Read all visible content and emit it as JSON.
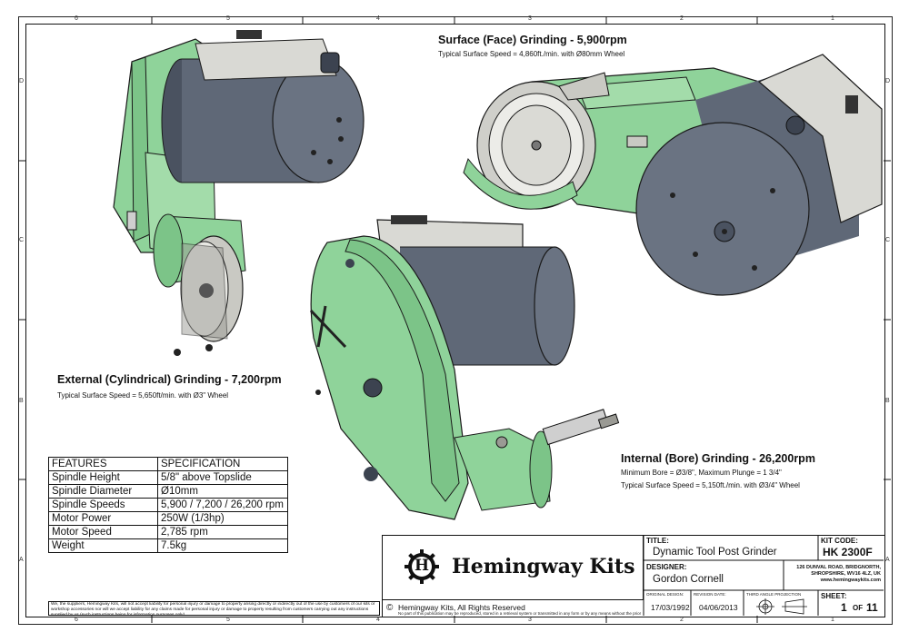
{
  "frame": {
    "top_numbers": [
      "6",
      "5",
      "4",
      "3",
      "2",
      "1"
    ],
    "bottom_numbers": [
      "6",
      "5",
      "4",
      "3",
      "2",
      "1"
    ],
    "side_letters": [
      "D",
      "C",
      "B",
      "A"
    ]
  },
  "views": {
    "surface": {
      "title": "Surface (Face) Grinding - 5,900rpm",
      "subtitle": "Typical Surface Speed = 4,860ft./min. with Ø80mm Wheel"
    },
    "external": {
      "title": "External (Cylindrical) Grinding - 7,200rpm",
      "subtitle": "Typical Surface Speed = 5,650ft/min. with Ø3\" Wheel"
    },
    "internal": {
      "title": "Internal (Bore) Grinding - 26,200rpm",
      "subtitle1": "Minimum Bore = Ø3/8\", Maximum Plunge = 1 3/4\"",
      "subtitle2": "Typical Surface Speed = 5,150ft./min. with Ø3/4\" Wheel"
    }
  },
  "features": {
    "headers": [
      "FEATURES",
      "SPECIFICATION"
    ],
    "rows": [
      [
        "Spindle Height",
        "5/8\" above Topslide"
      ],
      [
        "Spindle Diameter",
        "Ø10mm"
      ],
      [
        "Spindle Speeds",
        "5,900 / 7,200 / 26,200 rpm"
      ],
      [
        "Motor Power",
        "250W (1/3hp)"
      ],
      [
        "Motor Speed",
        "2,785 rpm"
      ],
      [
        "Weight",
        "7.5kg"
      ]
    ]
  },
  "title_block": {
    "brand": "Hemingway Kits",
    "logo_letter": "H",
    "copyright": "Hemingway Kits, All Rights Reserved",
    "copyright_symbol": "©",
    "copyright_note": "No part of this publication may be reproduced, stored in a retrieval system or transmitted in any form or by any means without the prior permission of Hemingway Kits.",
    "title_label": "TITLE:",
    "title": "Dynamic Tool Post Grinder",
    "kit_code_label": "KIT CODE:",
    "kit_code": "HK 2300F",
    "designer_label": "DESIGNER:",
    "designer": "Gordon Cornell",
    "address": [
      "126 DUNVAL ROAD, BRIDGNORTH,",
      "SHROPSHIRE, WV16 4LZ, UK",
      "www.hemingwaykits.com"
    ],
    "original_design_label": "ORIGINAL DESIGN:",
    "original_design": "17/03/1992",
    "revision_label": "REVISION DATE:",
    "revision": "04/06/2013",
    "projection_label": "THIRD ANGLE PROJECTION",
    "sheet_label": "SHEET:",
    "sheet_num": "1",
    "sheet_of": "OF",
    "sheet_total": "11"
  },
  "disclaimer": "We, the suppliers, Hemingway Kits, will not accept liability for personal injury or damage to property arising directly or indirectly out of the use by customers of our kits or workshop accessories nor will we accept liability for any claims made for personal injury or damage to property resulting from customers carrying out any instructions supplied by us (such instructions being for information purposes only).",
  "colors": {
    "body_green": "#8fd39a",
    "motor_grey": "#5f6877",
    "cover_grey": "#d9d9d4"
  }
}
